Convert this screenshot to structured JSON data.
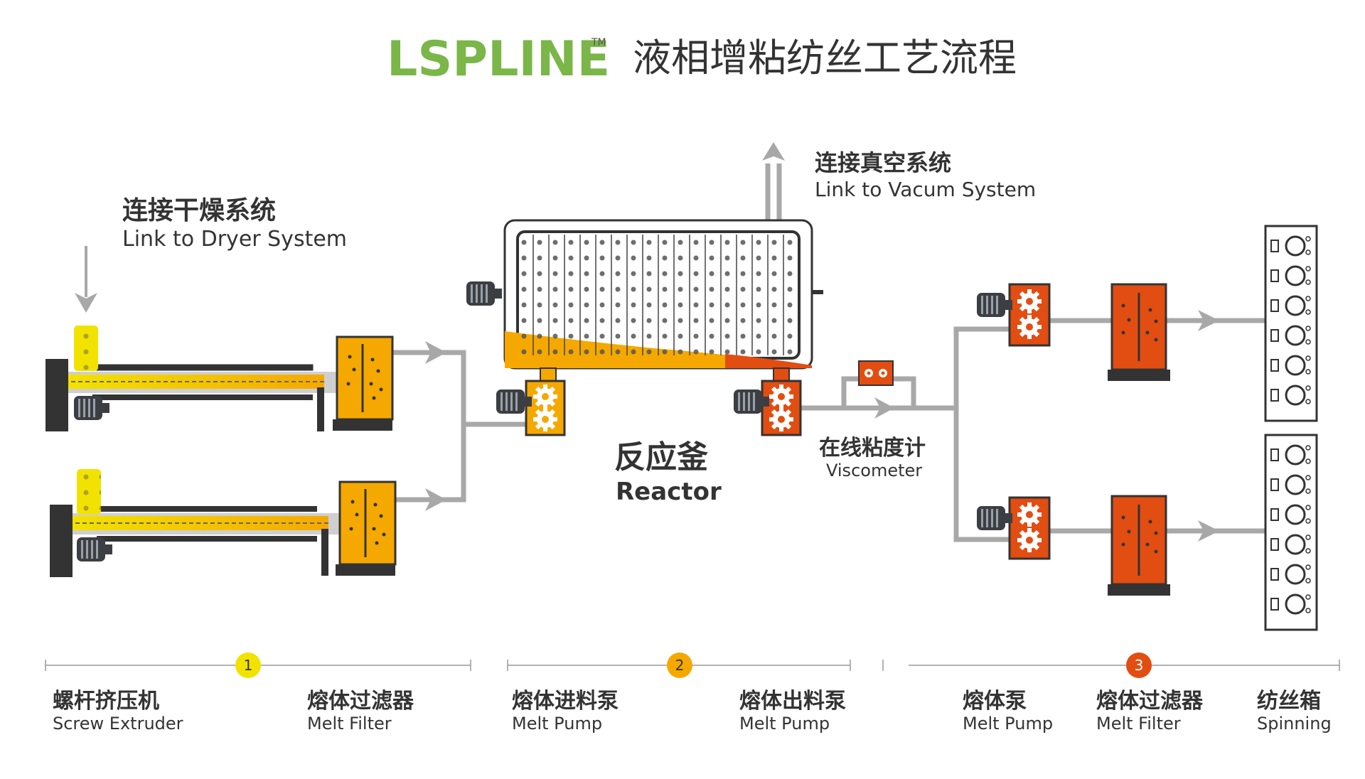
{
  "header": {
    "logo": "LSPLINE",
    "logo_tm": "TM",
    "title": "液相增粘纺丝工艺流程"
  },
  "callouts": {
    "dryer_cn": "连接干燥系统",
    "dryer_en": "Link to Dryer System",
    "vacuum_cn": "连接真空系统",
    "vacuum_en": "Link to Vacum System",
    "reactor_cn": "反应釜",
    "reactor_en": "Reactor",
    "viscometer_cn": "在线粘度计",
    "viscometer_en": "Viscometer"
  },
  "stages": [
    {
      "number": "1",
      "color": "#f2e200",
      "labels": [
        {
          "cn": "螺杆挤压机",
          "en": "Screw Extruder"
        },
        {
          "cn": "熔体过滤器",
          "en": "Melt Filter"
        }
      ]
    },
    {
      "number": "2",
      "color": "#f5a800",
      "labels": [
        {
          "cn": "熔体进料泵",
          "en": "Melt Pump"
        },
        {
          "cn": "熔体出料泵",
          "en": "Melt Pump"
        }
      ]
    },
    {
      "number": "3",
      "color": "#e24d12",
      "labels": [
        {
          "cn": "熔体泵",
          "en": "Melt Pump"
        },
        {
          "cn": "熔体过滤器",
          "en": "Melt Filter"
        },
        {
          "cn": "纺丝箱",
          "en": "Spinning"
        }
      ]
    }
  ],
  "colors": {
    "brand_green": "#7ab648",
    "yellow": "#f5a800",
    "orange": "#e24d12",
    "pipe_gray": "#a8a8a8",
    "dark": "#333333"
  }
}
